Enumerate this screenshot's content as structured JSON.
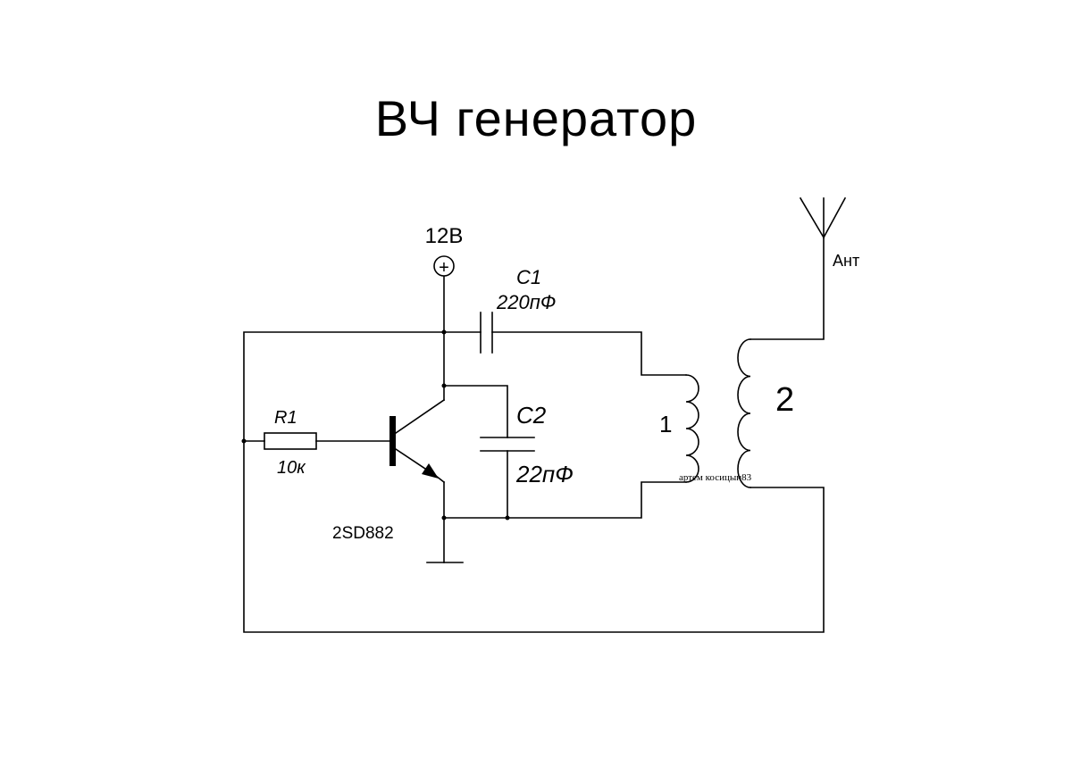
{
  "title": "ВЧ генератор",
  "supply": {
    "label": "12В",
    "symbol": "+"
  },
  "c1": {
    "name": "C1",
    "value": "220пФ"
  },
  "c2": {
    "name": "C2",
    "value": "22пФ"
  },
  "r1": {
    "name": "R1",
    "value": "10к"
  },
  "transistor": {
    "model": "2SD882"
  },
  "coil1": {
    "label": "1"
  },
  "coil2": {
    "label": "2"
  },
  "antenna": {
    "label": "Ант"
  },
  "author": {
    "text": "артем косицын83"
  }
}
